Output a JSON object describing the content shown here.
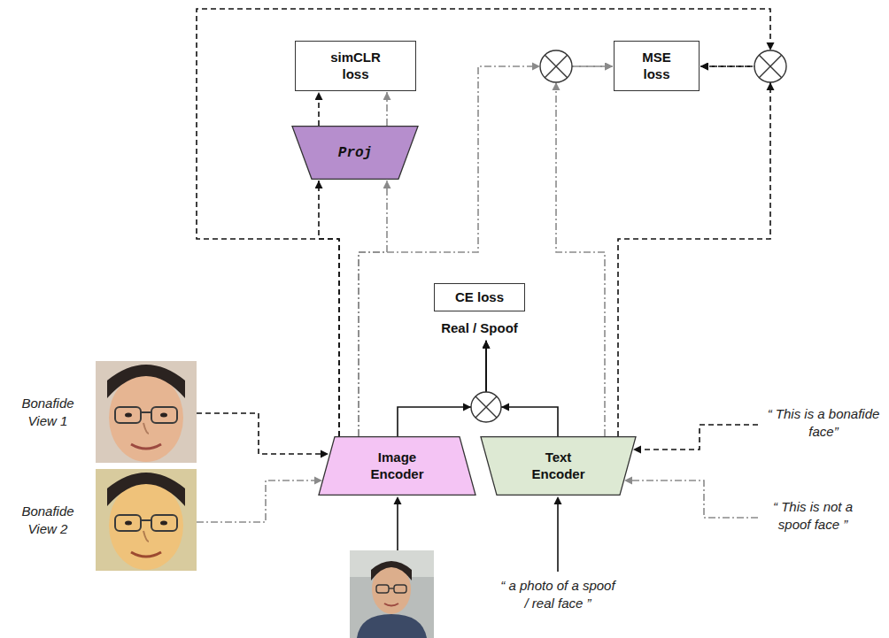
{
  "diagram": {
    "nodes": [
      {
        "text": [
          "simCLR loss"
        ]
      },
      {
        "text": [
          "Proj"
        ]
      },
      {
        "text": [
          "MSE loss"
        ]
      },
      {
        "text": [
          "CE loss",
          "Real / Spoof"
        ]
      },
      {
        "text": [
          "Image Encoder"
        ]
      },
      {
        "text": [
          "Text Encoder"
        ]
      }
    ],
    "edges": [
      {
        "from": 4,
        "to": 1,
        "arrow": "to"
      },
      {
        "from": 4,
        "to": 1,
        "arrow": "to"
      },
      {
        "from": 1,
        "to": 0,
        "arrow": "to"
      },
      {
        "from": 1,
        "to": 0,
        "arrow": "to"
      },
      {
        "from": 4,
        "to": 2,
        "arrow": "to"
      },
      {
        "from": 4,
        "to": 2,
        "arrow": "to"
      },
      {
        "from": 5,
        "to": 2,
        "arrow": "to"
      },
      {
        "from": 5,
        "to": 2,
        "arrow": "to"
      },
      {
        "from": 4,
        "to": 3,
        "arrow": "to"
      },
      {
        "from": 5,
        "to": 3,
        "arrow": "to"
      }
    ],
    "labels": [
      "Bonafide View 1",
      "Bonafide View 2",
      "“ This is a bonafide face”",
      "“ This is not a spoof face ”",
      "“ a photo of a spoof / real face ”"
    ]
  }
}
